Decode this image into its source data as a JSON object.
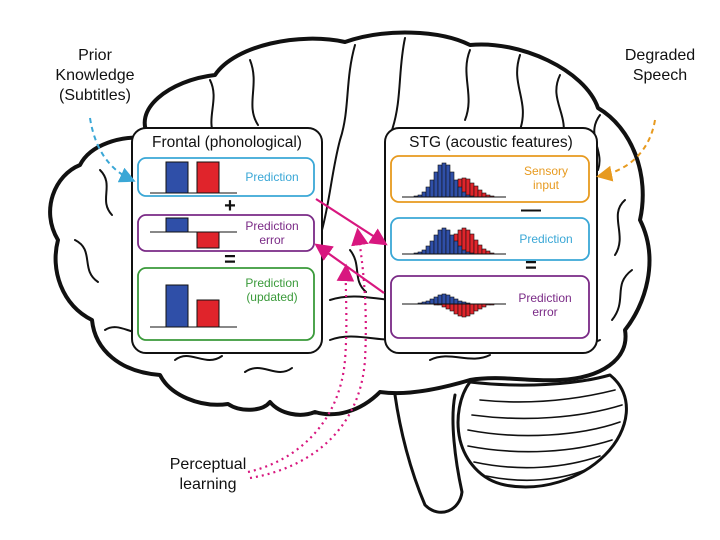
{
  "labels": {
    "prior_knowledge": [
      "Prior",
      "Knowledge",
      "(Subtitles)"
    ],
    "degraded_speech": [
      "Degraded",
      "Speech"
    ],
    "perceptual_learning": [
      "Perceptual",
      "learning"
    ]
  },
  "frontal": {
    "title": "Frontal (phonological)",
    "prediction": "Prediction",
    "prediction_error": [
      "Prediction",
      "error"
    ],
    "prediction_updated": [
      "Prediction",
      "(updated)"
    ],
    "ops": [
      "+",
      "="
    ]
  },
  "stg": {
    "title": "STG (acoustic features)",
    "sensory_input": [
      "Sensory",
      "input"
    ],
    "prediction": "Prediction",
    "prediction_error": [
      "Prediction",
      "error"
    ],
    "ops": [
      "—",
      "="
    ]
  },
  "colors": {
    "blue_cue": "#3aa7d6",
    "orange_cue": "#e79a1f",
    "green": "#3a9a3a",
    "purple": "#7a2a86",
    "magenta": "#d8177f",
    "bar_blue": "#2f4fa8",
    "bar_red": "#e0242b"
  }
}
